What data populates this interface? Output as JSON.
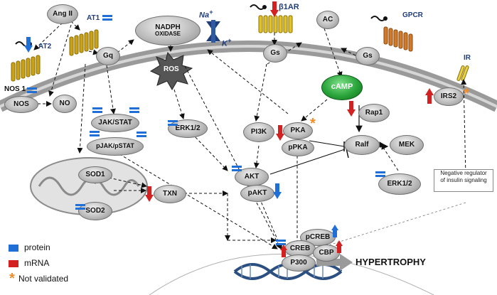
{
  "labels": {
    "angii": "Ang II",
    "at1": "AT1",
    "at2": "AT2",
    "gq": "Gq",
    "nadph": "NADPH",
    "oxidase": "OXIDASE",
    "na": "Na",
    "k": "K",
    "beta1ar": "β1AR",
    "ac": "AC",
    "gs1": "Gs",
    "gs2": "Gs",
    "gpcr": "GPCR",
    "ir": "IR",
    "nos1": "NOS 1",
    "nos": "NOS",
    "no": "NO",
    "ros": "ROS",
    "camp": "cAMP",
    "rap1": "Rap1",
    "irs2": "IRS2",
    "jakstat": "JAK/STAT",
    "pjakstat": "pJAK/pSTAT",
    "erk12a": "ERK1/2",
    "pi3k": "PI3K",
    "pka": "PKA",
    "ppka": "pPKA",
    "ralf": "Ralf",
    "mek": "MEK",
    "erk12b": "ERK1/2",
    "sod1": "SOD1",
    "sod2": "SOD2",
    "txn": "TXN",
    "akt": "AKT",
    "pakt": "pAKT",
    "pcreb": "pCREB",
    "creb": "CREB",
    "cbp": "CBP",
    "p300": "P300",
    "hypertrophy": "HYPERTROPHY",
    "neg_reg_line1": "Negative regulator",
    "neg_reg_line2": "of insulin signaling"
  },
  "legend": {
    "protein": "protein",
    "mrna": "mRNA",
    "not_validated": "Not validated",
    "star": "*"
  },
  "colors": {
    "protein": "#1f6fd6",
    "mrna": "#d32020",
    "star": "#f28c28",
    "membrane": "#9a9a9a",
    "camp": "#2aa43a",
    "receptor_gold": "#c9a21a",
    "receptor_orange": "#d07a2a",
    "dna": "#2a4f80"
  },
  "icons": [
    "up-arrow-icon",
    "down-arrow-icon",
    "equal-icon",
    "star-icon",
    "dna-helix-icon",
    "mitochondrion-icon",
    "receptor-icon",
    "ion-channel-icon"
  ]
}
